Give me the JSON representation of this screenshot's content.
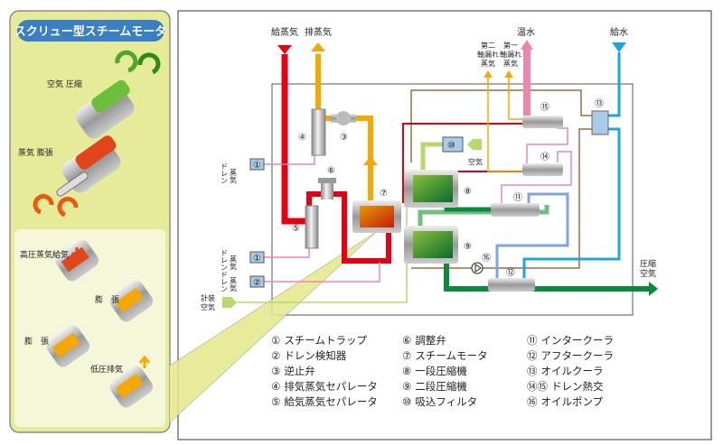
{
  "panel": {
    "title": "スクリュー型スチームモータ",
    "labels": {
      "air_compression": "空気 圧縮",
      "steam_expansion": "蒸気 膨張",
      "hp_steam_supply": "高圧蒸気給気",
      "expansion1": "膨　張",
      "expansion2": "膨　張",
      "lp_exhaust": "低圧排気"
    }
  },
  "diagram": {
    "supply_steam": "給蒸気",
    "exhaust_steam": "排蒸気",
    "hot_water": "温水",
    "feed_water": "給水",
    "leak2": [
      "第二",
      "軸漏れ",
      "蒸気"
    ],
    "leak1": [
      "第一",
      "軸漏れ",
      "蒸気"
    ],
    "steam_drain": [
      "蒸気",
      "ドレン"
    ],
    "air": "空気",
    "instrument_air": [
      "計装",
      "空気"
    ],
    "compressed_air": [
      "圧縮",
      "空気"
    ],
    "markers": [
      "①",
      "②",
      "③",
      "④",
      "⑤",
      "⑥",
      "⑦",
      "⑧",
      "⑨",
      "⑩",
      "⑪",
      "⑫",
      "⑬",
      "⑭",
      "⑮",
      "⑯"
    ]
  },
  "legend": [
    {
      "num": "①",
      "label": "スチームトラップ"
    },
    {
      "num": "②",
      "label": "ドレン検知器"
    },
    {
      "num": "③",
      "label": "逆止弁"
    },
    {
      "num": "④",
      "label": "排気蒸気セパレータ"
    },
    {
      "num": "⑤",
      "label": "給気蒸気セパレータ"
    },
    {
      "num": "⑥",
      "label": "調整弁"
    },
    {
      "num": "⑦",
      "label": "スチームモータ"
    },
    {
      "num": "⑧",
      "label": "一段圧縮機"
    },
    {
      "num": "⑨",
      "label": "二段圧縮機"
    },
    {
      "num": "⑩",
      "label": "吸込フィルタ"
    },
    {
      "num": "⑪",
      "label": "インタークーラ"
    },
    {
      "num": "⑫",
      "label": "アフタークーラ"
    },
    {
      "num": "⑬",
      "label": "オイルクーラ"
    },
    {
      "num": "⑭⑮",
      "label": "ドレン熱交"
    },
    {
      "num": "⑯",
      "label": "オイルポンプ"
    }
  ],
  "colors": {
    "steam_supply": "#e60012",
    "steam_exhaust": "#f5a800",
    "drain": "#ee86a8",
    "air_in": "#b5d96a",
    "compressed": "#0a8a3a",
    "feed_water": "#1aa5e8",
    "cooling": "#7ba7e0",
    "oil": "#8b5a2b",
    "panel_bg": "#e6eb9a",
    "title_bg": "#3a7ec4"
  }
}
